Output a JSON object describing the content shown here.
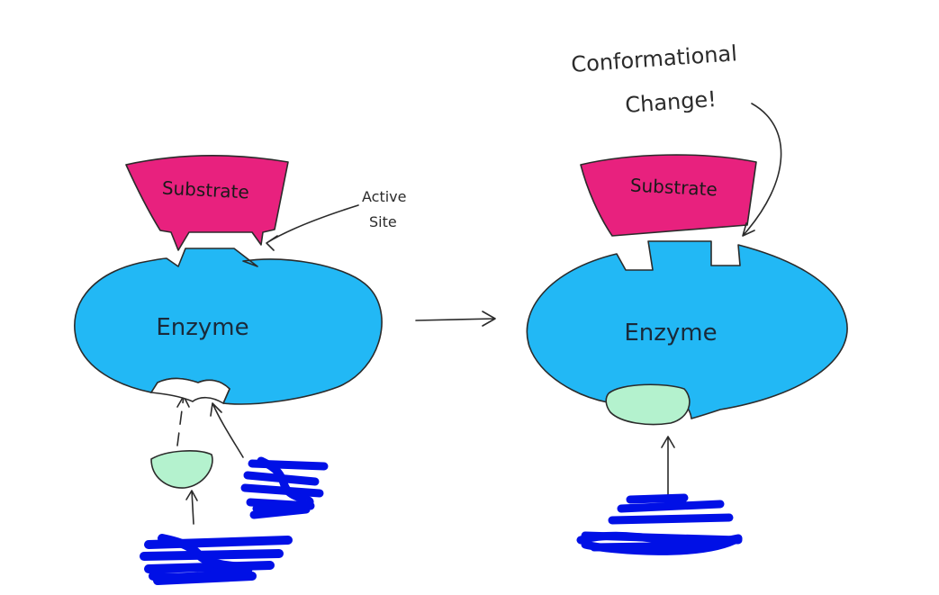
{
  "colors": {
    "enzyme": "#22b8f5",
    "substrate": "#e8217e",
    "effector": "#b4f2ce",
    "scribble": "#0010e6",
    "ink": "#2b2b2b"
  },
  "left_panel": {
    "substrate_label": "Substrate",
    "enzyme_label": "Enzyme",
    "active_site_annotation": [
      "Active",
      "Site"
    ]
  },
  "right_panel": {
    "substrate_label": "Substrate",
    "enzyme_label": "Enzyme",
    "change_annotation": [
      "Conformational",
      "Change!"
    ]
  },
  "icons": {
    "transition_arrow": "right-arrow-icon",
    "redaction": "scribble-redaction"
  }
}
